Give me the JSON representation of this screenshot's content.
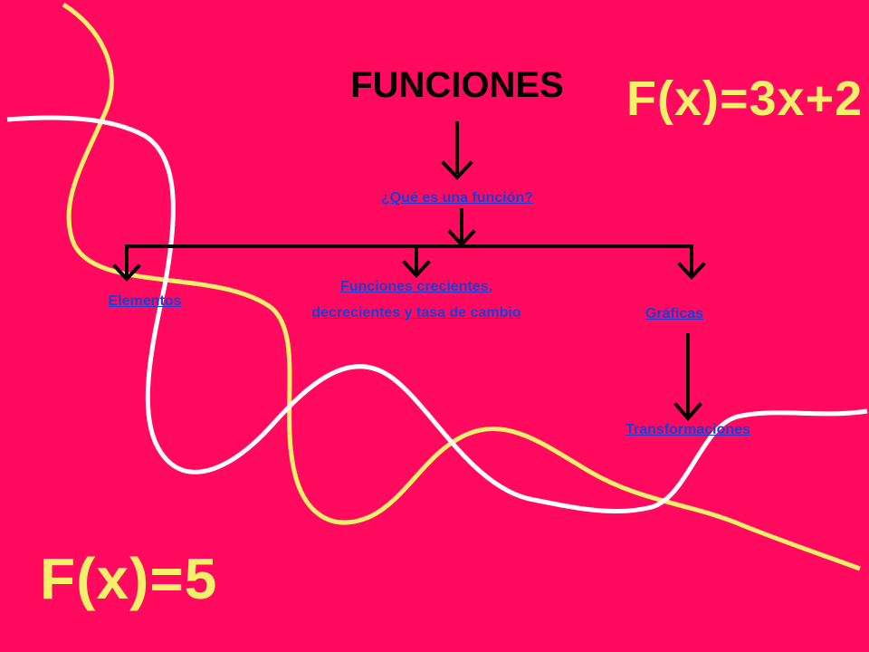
{
  "title": "FUNCIONES",
  "formulas": {
    "top_right": "F(x)=3x+2",
    "bottom_left": "F(x)=5"
  },
  "nodes": {
    "que_es": "¿Qué es una función?",
    "elementos": "Elementos",
    "funciones_crecientes": "Funciones crecientes, decrecientes y tasa de cambio",
    "graficas": "Gráficas",
    "transformaciones": "Transformaciones"
  },
  "colors": {
    "background": "#ff0a5e",
    "curve_yellow": "#f2f06a",
    "curve_white": "#ffffff",
    "formula_text": "#f6ef6a",
    "link_text": "#1a3fd6",
    "arrow": "#000000"
  }
}
